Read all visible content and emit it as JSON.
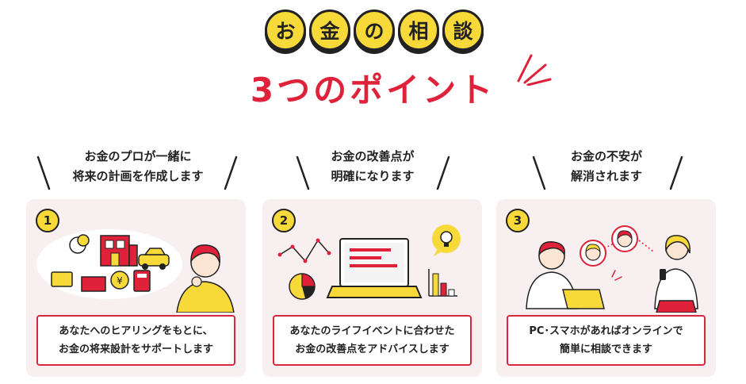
{
  "header": {
    "coins": [
      "お",
      "金",
      "の",
      "相",
      "談"
    ],
    "title": "3つのポイント"
  },
  "points": [
    {
      "number": "1",
      "heading_line1": "お金のプロが一緒に",
      "heading_line2": "将来の計画を作成します",
      "message_line1": "あなたへのヒアリングをもとに、",
      "message_line2": "お金の将来設計をサポートします"
    },
    {
      "number": "2",
      "heading_line1": "お金の改善点が",
      "heading_line2": "明確になります",
      "message_line1": "あなたのライフイベントに合わせた",
      "message_line2": "お金の改善点をアドバイスします"
    },
    {
      "number": "3",
      "heading_line1": "お金の不安が",
      "heading_line2": "解消されます",
      "message_line1": "PC･スマホがあればオンラインで",
      "message_line2": "簡単に相談できます"
    }
  ],
  "colors": {
    "accent_red": "#e0213a",
    "coin_yellow": "#f8d93a",
    "card_bg": "#f7eff0"
  }
}
